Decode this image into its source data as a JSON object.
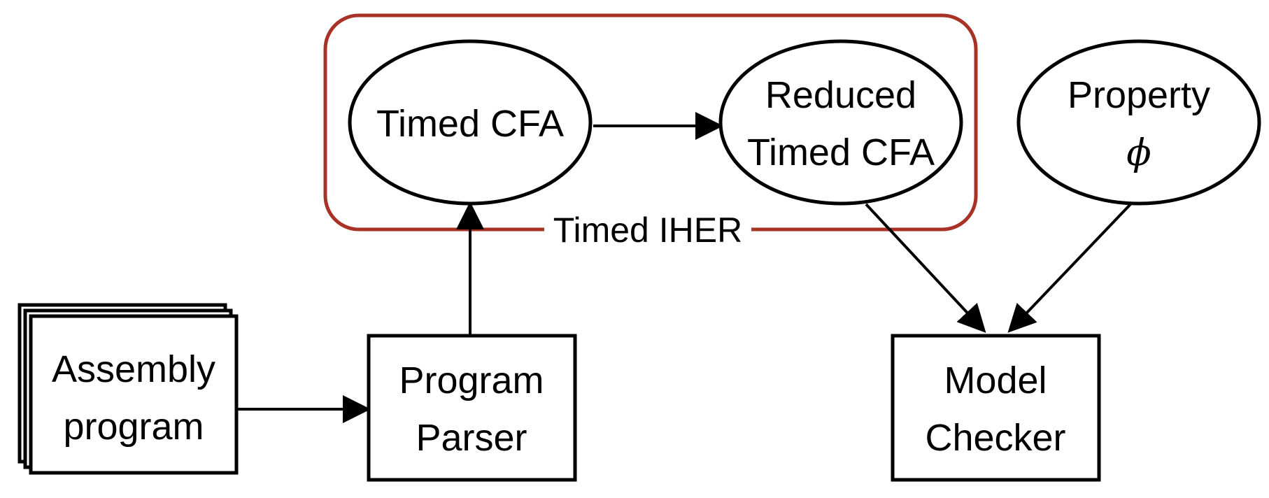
{
  "group": {
    "label": "Timed IHER",
    "border_color": "#a93226"
  },
  "nodes": {
    "assembly": {
      "line1": "Assembly",
      "line2": "program"
    },
    "parser": {
      "line1": "Program",
      "line2": "Parser"
    },
    "timed_cfa": {
      "line1": "Timed CFA"
    },
    "reduced_cfa": {
      "line1": "Reduced",
      "line2": "Timed CFA"
    },
    "property": {
      "line1": "Property",
      "line2": "ϕ"
    },
    "checker": {
      "line1": "Model",
      "line2": "Checker"
    }
  },
  "edges": [
    {
      "from": "assembly",
      "to": "parser"
    },
    {
      "from": "parser",
      "to": "timed_cfa"
    },
    {
      "from": "timed_cfa",
      "to": "reduced_cfa"
    },
    {
      "from": "reduced_cfa",
      "to": "checker"
    },
    {
      "from": "property",
      "to": "checker"
    }
  ]
}
